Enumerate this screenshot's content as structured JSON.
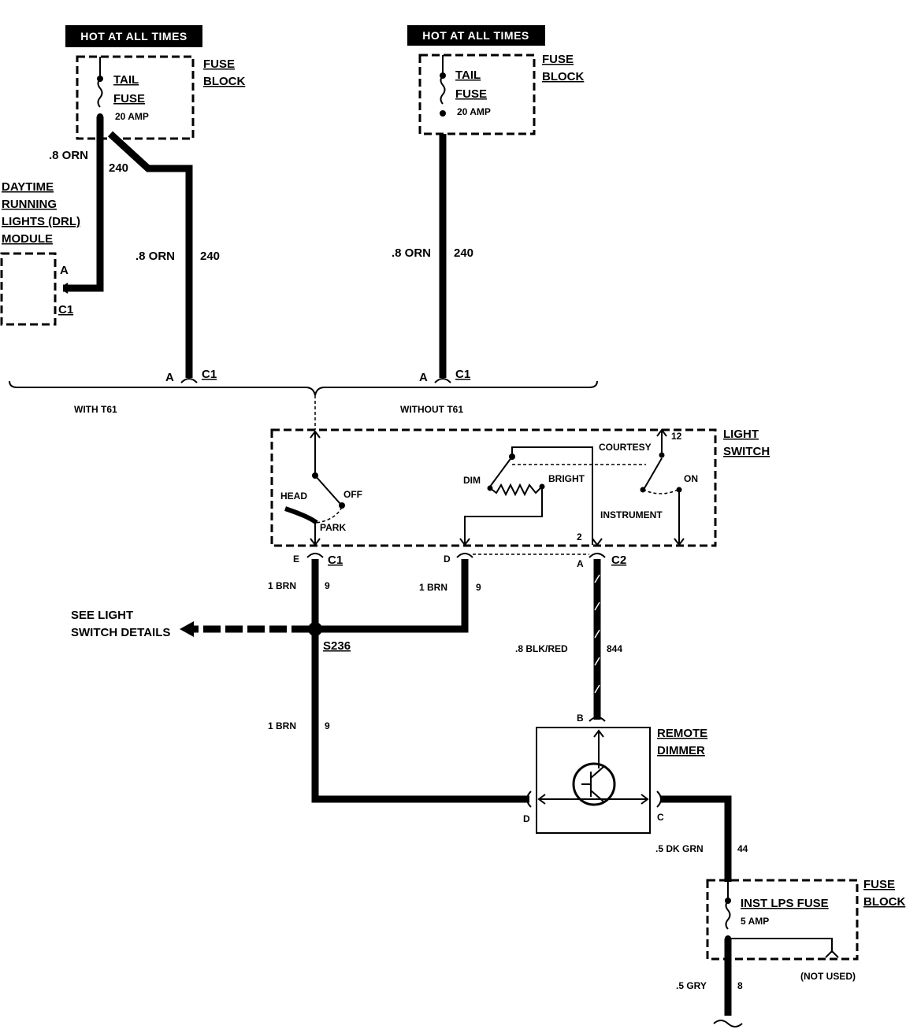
{
  "hot_label": "HOT AT ALL TIMES",
  "fuse_block_label": [
    "FUSE",
    "BLOCK"
  ],
  "tail_fuse": [
    "TAIL",
    "FUSE"
  ],
  "tail_fuse_rating": "20 AMP",
  "drl_module": [
    "DAYTIME",
    "RUNNING",
    "LIGHTS (DRL)",
    "MODULE"
  ],
  "wire_orn": ".8 ORN",
  "circuit_240": "240",
  "pin_a": "A",
  "conn_c1": "C1",
  "conn_c2": "C2",
  "with_t61": "WITH T61",
  "without_t61": "WITHOUT T61",
  "light_switch": [
    "LIGHT",
    "SWITCH"
  ],
  "switch_positions": {
    "head": "HEAD",
    "off": "OFF",
    "park": "PARK",
    "dim": "DIM",
    "bright": "BRIGHT",
    "courtesy": "COURTESY",
    "instrument": "INSTRUMENT",
    "on": "ON",
    "pin_12": "12",
    "pin_2": "2"
  },
  "pins": {
    "e": "E",
    "d": "D",
    "a": "A",
    "b": "B",
    "c": "C"
  },
  "wire_brn": "1 BRN",
  "circuit_9": "9",
  "see_details": [
    "SEE LIGHT",
    "SWITCH DETAILS"
  ],
  "splice": "S236",
  "wire_blk_red": ".8 BLK/RED",
  "circuit_844": "844",
  "remote_dimmer": [
    "REMOTE",
    "DIMMER"
  ],
  "wire_dk_grn": ".5 DK GRN",
  "circuit_44": "44",
  "inst_fuse": "INST LPS FUSE",
  "inst_fuse_rating": "5 AMP",
  "not_used": "(NOT USED)",
  "wire_gry": ".5 GRY",
  "circuit_8": "8"
}
